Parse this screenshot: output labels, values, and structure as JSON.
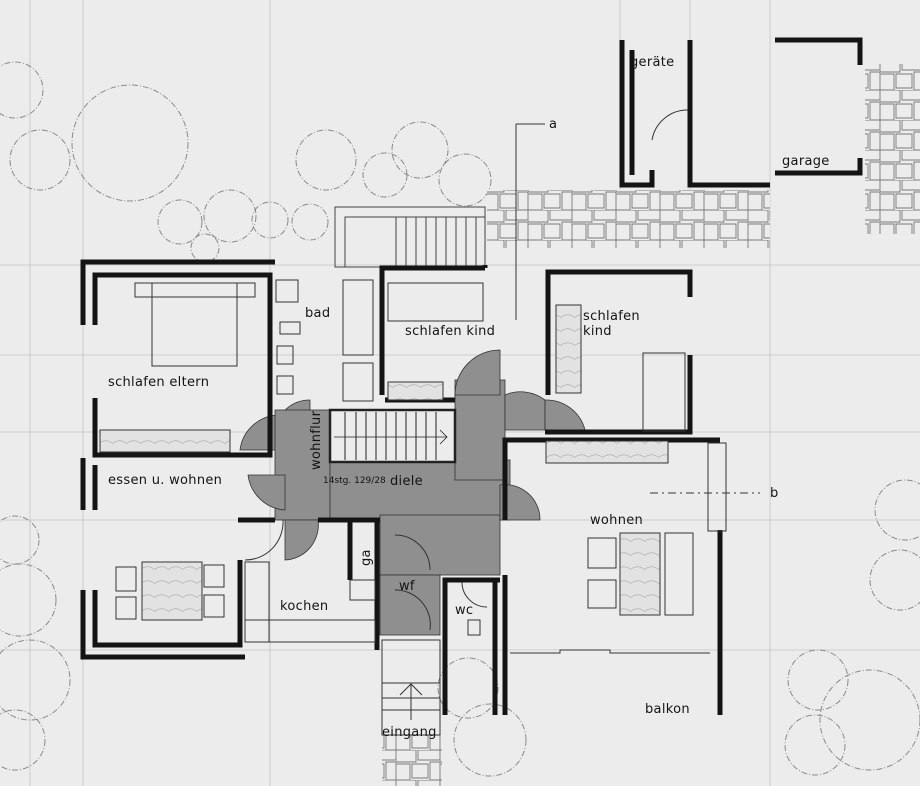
{
  "drawing": {
    "type": "architectural floor plan",
    "background_color": "#ececec",
    "wall_color": "#141414",
    "circulation_fill": "#8f8f8f"
  },
  "rooms": [
    {
      "id": "geraete",
      "label": "geräte"
    },
    {
      "id": "garage",
      "label": "garage"
    },
    {
      "id": "bad",
      "label": "bad"
    },
    {
      "id": "schlafen-eltern",
      "label": "schlafen eltern"
    },
    {
      "id": "schlafen-kind-1",
      "label": "schlafen kind"
    },
    {
      "id": "schlafen-kind-2",
      "label_line1": "schlafen",
      "label_line2": "kind"
    },
    {
      "id": "wohnflur",
      "label": "wohnflur"
    },
    {
      "id": "diele",
      "label": "diele"
    },
    {
      "id": "essen-wohnen",
      "label": "essen u. wohnen"
    },
    {
      "id": "kochen",
      "label": "kochen"
    },
    {
      "id": "ga",
      "label": "ga"
    },
    {
      "id": "wf",
      "label": "wf"
    },
    {
      "id": "wc",
      "label": "wc"
    },
    {
      "id": "wohnen",
      "label": "wohnen"
    },
    {
      "id": "balkon",
      "label": "balkon"
    },
    {
      "id": "eingang",
      "label": "eingang"
    }
  ],
  "annotations": {
    "stair_note": "14stg. 129/28",
    "section_a": "a",
    "section_b": "b"
  }
}
